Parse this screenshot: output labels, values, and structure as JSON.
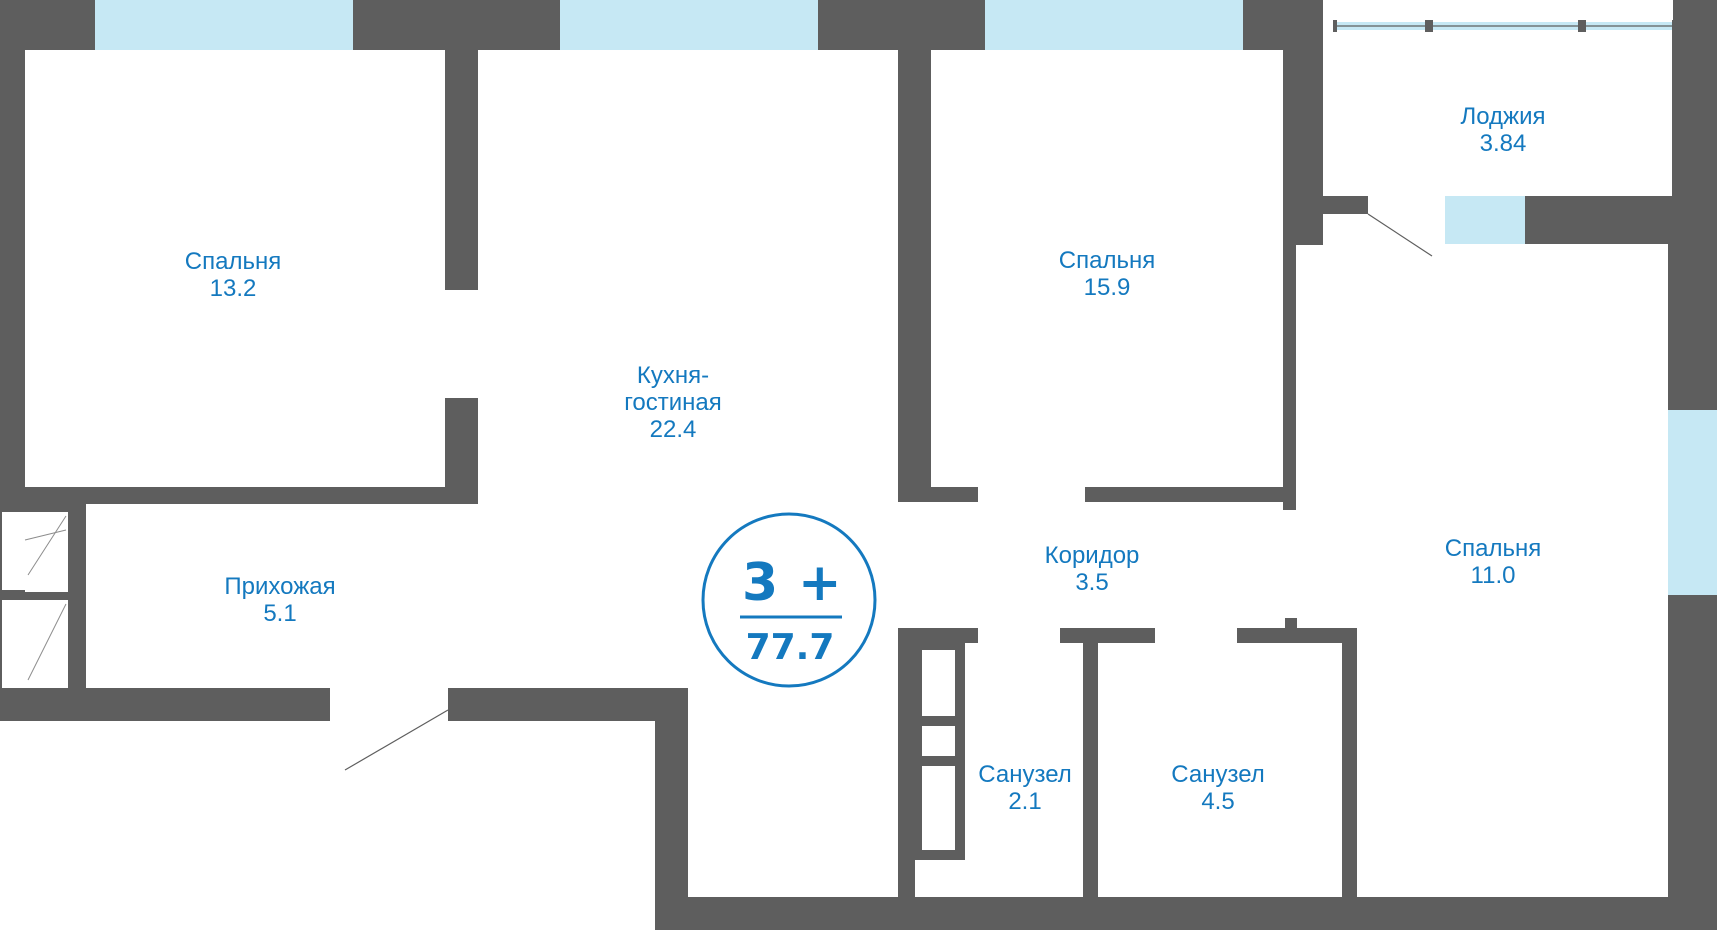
{
  "plan": {
    "rooms": [
      {
        "id": "bedroom-1",
        "name": "Спальня",
        "area": "13.2"
      },
      {
        "id": "kitchen-living",
        "name_line1": "Кухня-",
        "name_line2": "гостиная",
        "area": "22.4"
      },
      {
        "id": "bedroom-2",
        "name": "Спальня",
        "area": "15.9"
      },
      {
        "id": "loggia",
        "name": "Лоджия",
        "area": "3.84"
      },
      {
        "id": "hallway",
        "name": "Прихожая",
        "area": "5.1"
      },
      {
        "id": "corridor",
        "name": "Коридор",
        "area": "3.5"
      },
      {
        "id": "bedroom-3",
        "name": "Спальня",
        "area": "11.0"
      },
      {
        "id": "bathroom-1",
        "name": "Санузел",
        "area": "2.1"
      },
      {
        "id": "bathroom-2",
        "name": "Санузел",
        "area": "4.5"
      }
    ],
    "badge": {
      "rooms": "3",
      "plus": "+",
      "total_area": "77.7"
    },
    "colors": {
      "wall": "#5e5e5e",
      "window": "#c6e8f4",
      "accent": "#1479bf"
    }
  }
}
